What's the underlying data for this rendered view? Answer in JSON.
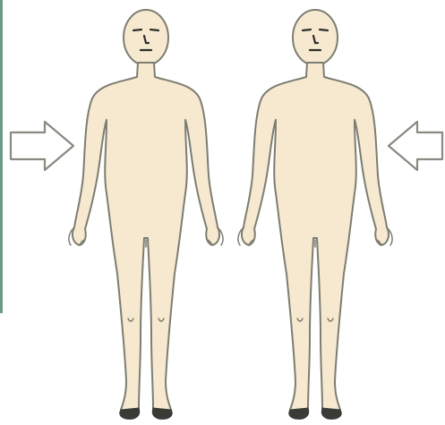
{
  "colors": {
    "skin": "#f7e9cf",
    "outline": "#7d7d72",
    "feature": "#2e2e2e",
    "foot": "#3a3a36",
    "arrow_fill": "#ffffff",
    "arrow_stroke": "#8a8a82",
    "rule": "#6f9a86"
  },
  "figures": [
    {
      "id": "left",
      "icon": "human-body-outline-icon"
    },
    {
      "id": "right",
      "icon": "human-body-outline-icon"
    }
  ],
  "arrows": [
    {
      "id": "left-arrow",
      "icon": "arrow-right-outline-icon",
      "direction": "right"
    },
    {
      "id": "right-arrow",
      "icon": "arrow-left-outline-icon",
      "direction": "left"
    }
  ]
}
